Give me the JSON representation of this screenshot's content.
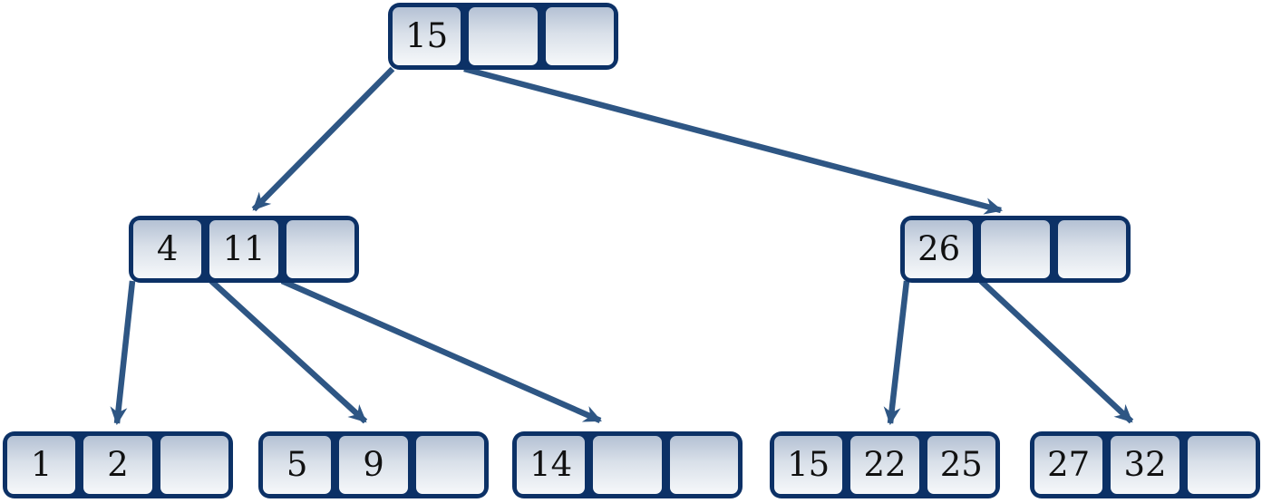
{
  "diagram": {
    "type": "btree",
    "description": "B-tree with 3-slot nodes, three levels",
    "colors": {
      "node_border": "#0c3166",
      "arrow": "#2e5684",
      "cell_gradient_top": "#b4c1d4",
      "cell_gradient_bottom": "#f6f8fa",
      "text": "#111111",
      "background": "#ffffff"
    },
    "nodes": {
      "root": {
        "cells": [
          "15",
          "",
          ""
        ]
      },
      "internal_left": {
        "cells": [
          "4",
          "11",
          ""
        ]
      },
      "internal_right": {
        "cells": [
          "26",
          "",
          ""
        ]
      },
      "leaf_1": {
        "cells": [
          "1",
          "2",
          ""
        ]
      },
      "leaf_2": {
        "cells": [
          "5",
          "9",
          ""
        ]
      },
      "leaf_3": {
        "cells": [
          "14",
          "",
          ""
        ]
      },
      "leaf_4": {
        "cells": [
          "15",
          "22",
          "25"
        ]
      },
      "leaf_5": {
        "cells": [
          "27",
          "32",
          ""
        ]
      }
    },
    "edges": [
      {
        "from": "root",
        "to": "internal_left"
      },
      {
        "from": "root",
        "to": "internal_right"
      },
      {
        "from": "internal_left",
        "to": "leaf_1"
      },
      {
        "from": "internal_left",
        "to": "leaf_2"
      },
      {
        "from": "internal_left",
        "to": "leaf_3"
      },
      {
        "from": "internal_right",
        "to": "leaf_4"
      },
      {
        "from": "internal_right",
        "to": "leaf_5"
      }
    ]
  }
}
